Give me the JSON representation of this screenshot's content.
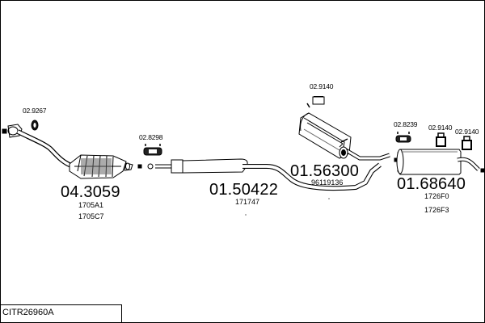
{
  "diagram": {
    "code": "CITR26960A",
    "parts": {
      "gasket_front": {
        "number": "02.9267"
      },
      "catalyst": {
        "number": "04.3059",
        "oe": [
          "1705A1",
          "1705C7"
        ]
      },
      "clamp_front": {
        "number": "02.8298"
      },
      "middle_pipe": {
        "number": "01.50422",
        "oe": [
          "171747"
        ]
      },
      "hanger_top": {
        "number": "02.9140"
      },
      "middle_silencer": {
        "number": "01.56300",
        "oe": [
          "96119136"
        ]
      },
      "clamp_rear": {
        "number": "02.8239"
      },
      "hanger_rear_1": {
        "number": "02.9140"
      },
      "hanger_rear_2": {
        "number": "02.9140"
      },
      "rear_silencer": {
        "number": "01.68640",
        "oe": [
          "1726F0",
          "1726F3"
        ]
      }
    }
  }
}
